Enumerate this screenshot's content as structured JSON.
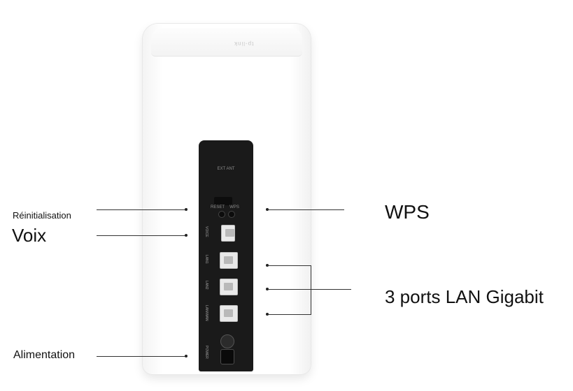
{
  "device": {
    "logo_text": "tp-link",
    "panel": {
      "ext_ant": "EXT ANT",
      "reset": "RESET",
      "wps": "WPS",
      "voice": "VOICE",
      "lan1": "LAN1",
      "lan2": "LAN2",
      "lan_wan": "LAN/WAN",
      "power": "POWER"
    }
  },
  "callouts": {
    "reset": "Réinitialisation",
    "voice": "Voix",
    "power": "Alimentation",
    "wps": "WPS",
    "lan": "3 ports LAN Gigabit"
  },
  "colors": {
    "device_body": "#ffffff",
    "panel": "#1a1a1a",
    "callout_line": "#333333"
  }
}
